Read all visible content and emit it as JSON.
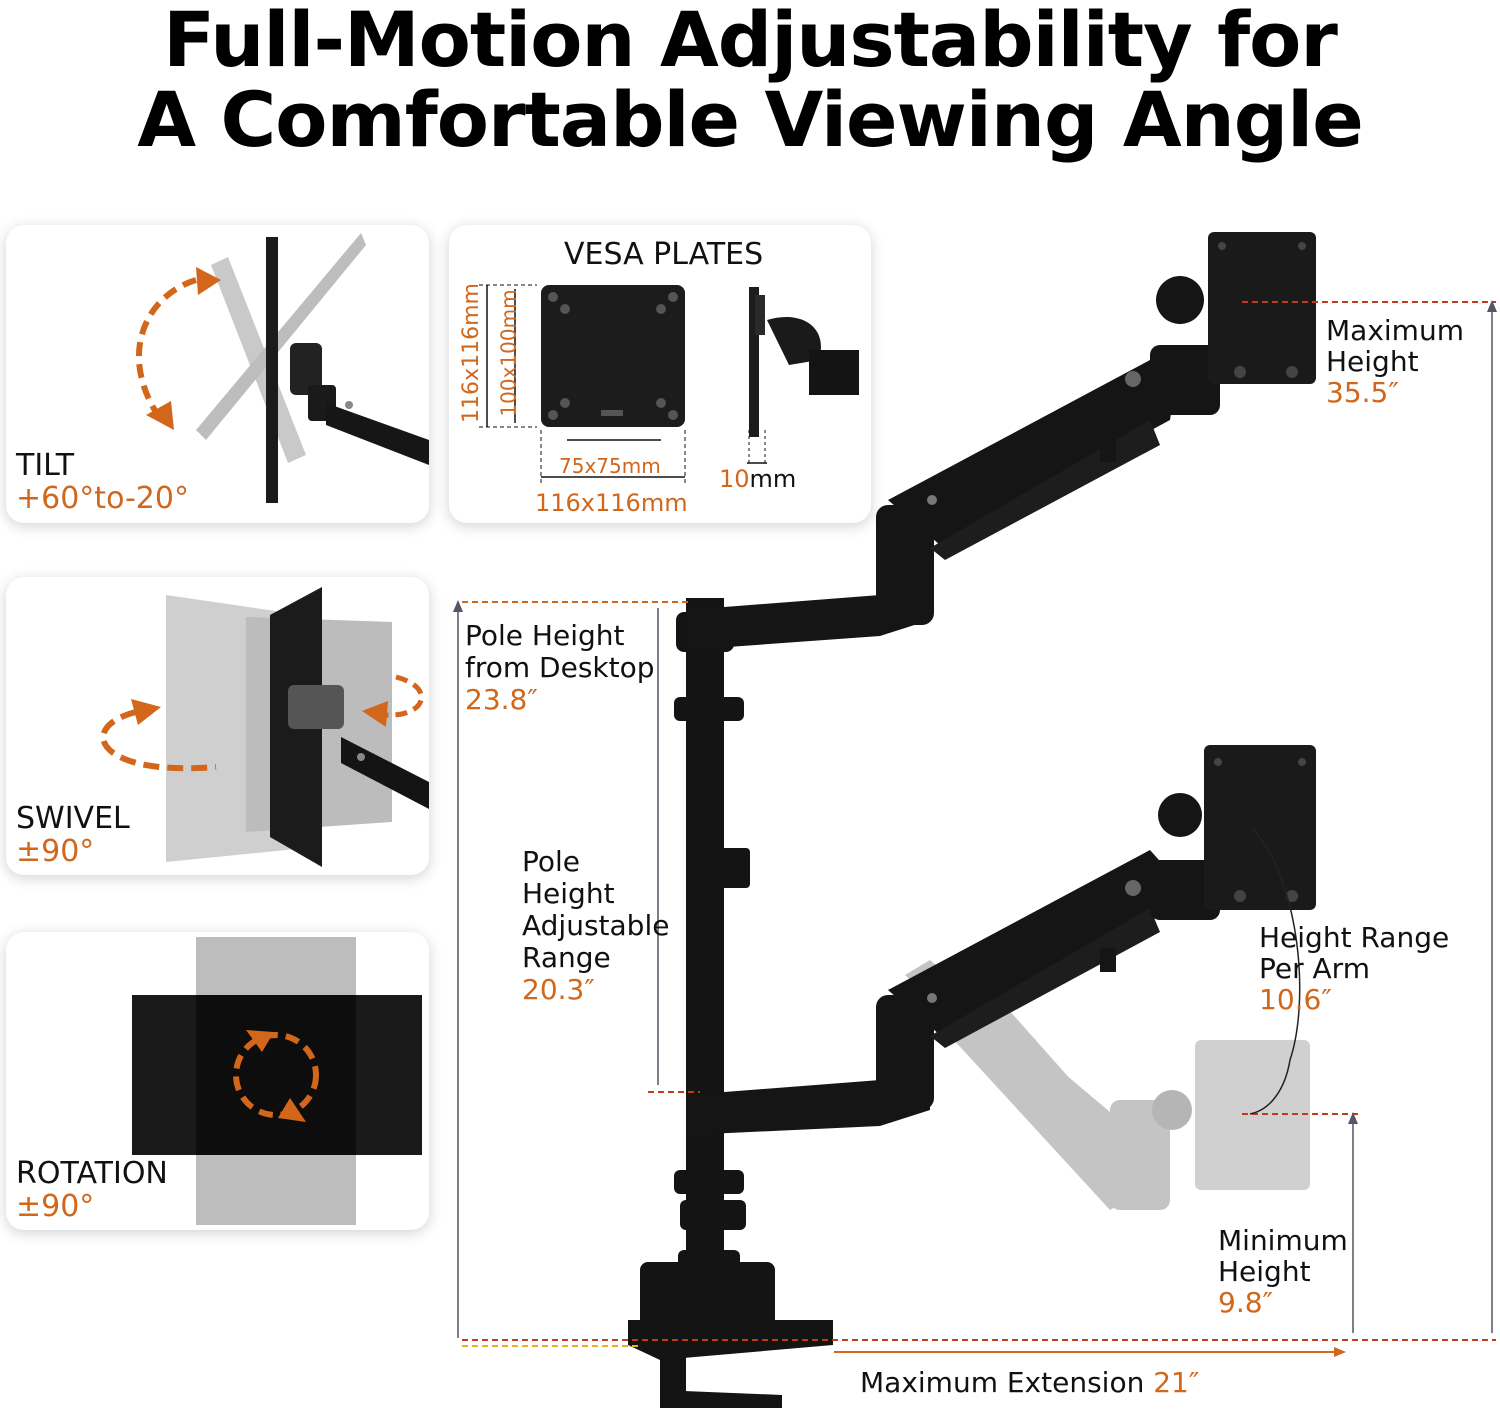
{
  "title": {
    "line1": "Full-Motion Adjustability for",
    "line2": "A Comfortable Viewing Angle"
  },
  "colors": {
    "accent": "#d2661b",
    "arm": "#151515",
    "ghost": "#b9b9b9"
  },
  "features": {
    "tilt": {
      "label": "TILT",
      "value": "+60°to-20°",
      "icon": "tilt-arrow-icon"
    },
    "swivel": {
      "label": "SWIVEL",
      "value": "±90°",
      "icon": "swivel-arrow-icon"
    },
    "rotation": {
      "label": "ROTATION",
      "value": "±90°",
      "icon": "rotation-arrow-icon"
    }
  },
  "vesa": {
    "title": "VESA PLATES",
    "outer_vertical": "116x116mm",
    "inner_vertical": "100x100mm",
    "inner_horizontal": "75x75mm",
    "outer_horizontal": "116x116mm",
    "thickness_value": "10",
    "thickness_unit": "mm"
  },
  "specs": {
    "max_height": {
      "label_line1": "Maximum",
      "label_line2": "Height",
      "value": "35.5″"
    },
    "pole_height": {
      "label_line1": "Pole Height",
      "label_line2": "from Desktop",
      "value": "23.8″"
    },
    "pole_range": {
      "label_line1": "Pole",
      "label_line2": "Height",
      "label_line3": "Adjustable",
      "label_line4": "Range",
      "value": "20.3″"
    },
    "arm_range": {
      "label_line1": "Height Range",
      "label_line2": "Per Arm",
      "value": "10.6″"
    },
    "min_height": {
      "label_line1": "Minimum",
      "label_line2": "Height",
      "value": "9.8″"
    },
    "max_extension": {
      "label": "Maximum Extension",
      "value": "21″"
    }
  }
}
